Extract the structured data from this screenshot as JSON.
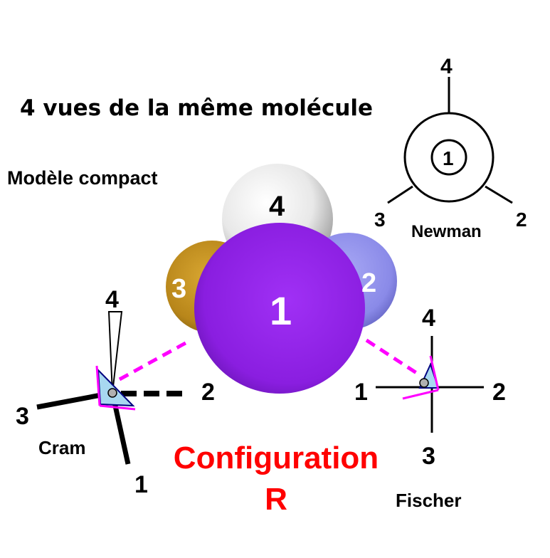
{
  "title": "4 vues de la même molécule",
  "compact": {
    "label": "Modèle compact",
    "atoms": {
      "a1": "1",
      "a2": "2",
      "a3": "3",
      "a4": "4"
    },
    "colors": {
      "a1": "#8a1ee0",
      "a2": "#8a8ae8",
      "a3": "#b8861a",
      "a4": "#f2f2f2"
    }
  },
  "newman": {
    "label": "Newman",
    "center": "1",
    "front_top": "4",
    "left": "3",
    "right": "2"
  },
  "cram": {
    "label": "Cram",
    "wedge": "4",
    "dash": "2",
    "left": "3",
    "bottom": "1"
  },
  "fischer": {
    "label": "Fischer",
    "top": "4",
    "left": "1",
    "right": "2",
    "bottom": "3"
  },
  "result": {
    "line1": "Configuration",
    "line2": "R",
    "color": "#ff0000"
  },
  "colors": {
    "eye_guide": "#ff00ff",
    "eye_fill": "#a8d8f0",
    "eye_outline": "#000080"
  }
}
